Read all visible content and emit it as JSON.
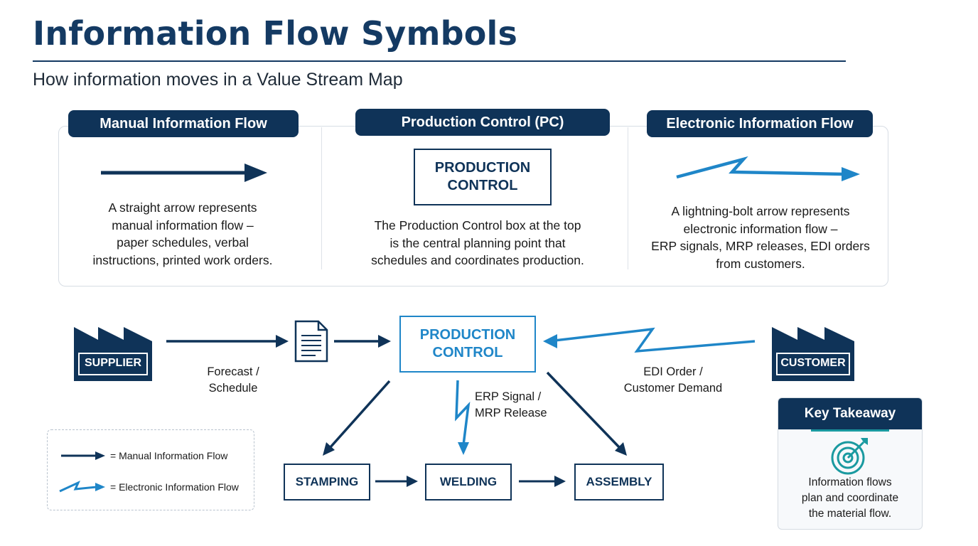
{
  "header": {
    "title": "Information Flow Symbols",
    "subtitle": "How information moves in a Value Stream Map"
  },
  "panels": {
    "manual": {
      "title": "Manual Information Flow",
      "desc": [
        "A straight arrow represents",
        "manual information flow –",
        "paper schedules, verbal",
        "instructions, printed work orders."
      ]
    },
    "pc": {
      "title": "Production Control (PC)",
      "box": [
        "PRODUCTION",
        "CONTROL"
      ],
      "desc": [
        "The Production Control box at the top",
        "is the central planning point that",
        "schedules and coordinates production."
      ]
    },
    "electronic": {
      "title": "Electronic Information Flow",
      "desc": [
        "A lightning-bolt arrow represents",
        "electronic information flow –",
        "ERP signals, MRP releases, EDI orders",
        "from customers."
      ]
    }
  },
  "diagram": {
    "supplier": "SUPPLIER",
    "customer": "CUSTOMER",
    "production_control": [
      "PRODUCTION",
      "CONTROL"
    ],
    "forecast_label": [
      "Forecast /",
      "Schedule"
    ],
    "erp_label": [
      "ERP Signal /",
      "MRP Release"
    ],
    "edi_label": [
      "EDI Order /",
      "Customer Demand"
    ],
    "stations": [
      "STAMPING",
      "WELDING",
      "ASSEMBLY"
    ]
  },
  "legend": {
    "manual": "= Manual Information Flow",
    "electronic": "= Electronic Information Flow"
  },
  "takeaway": {
    "title": "Key Takeaway",
    "text": [
      "Information flows",
      "plan and coordinate",
      "the material flow."
    ],
    "icon": "target-icon"
  },
  "colors": {
    "navy": "#0f3358",
    "electric_blue": "#1f86c8",
    "teal": "#1a9aa0"
  }
}
